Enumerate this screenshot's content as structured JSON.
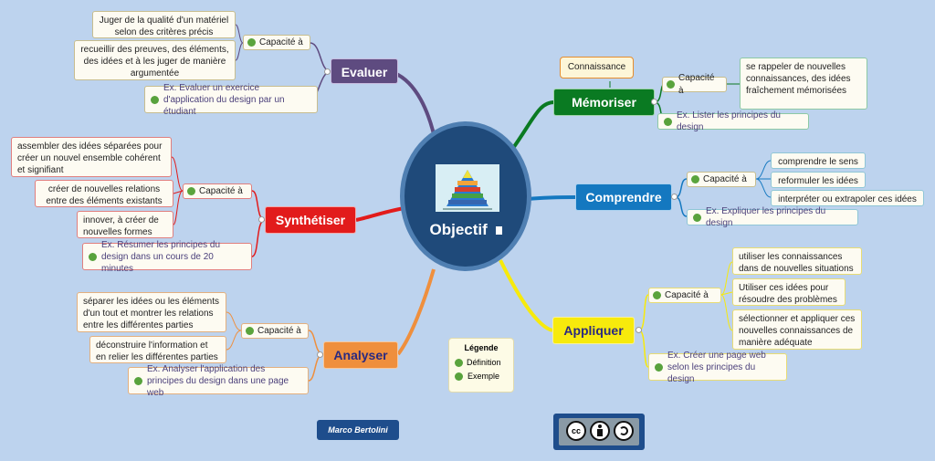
{
  "center": {
    "title": "Objectif"
  },
  "colors": {
    "evaluer": "#5e4b80",
    "memoriser": "#0a7a22",
    "comprendre": "#1478c0",
    "synthetiser": "#e21b1b",
    "appliquer": "#f7ea0c",
    "analyser": "#ef8f3d"
  },
  "evaluer": {
    "label": "Evaluer",
    "capacite": "Capacité à",
    "items": [
      "Juger de la qualité d'un matériel selon des critères précis",
      "recueillir des preuves, des éléments, des idées et à les juger de manière argumentée"
    ],
    "example": "Ex. Evaluer un exercice d'application du design par un étudiant"
  },
  "memoriser": {
    "label": "Mémoriser",
    "callout": "Connaissance",
    "capacite": "Capacité à",
    "items": [
      "se rappeler de nouvelles connaissances, des idées fraîchement mémorisées"
    ],
    "example": "Ex. Lister les principes du design"
  },
  "comprendre": {
    "label": "Comprendre",
    "capacite": "Capacité à",
    "items": [
      "comprendre le sens",
      "reformuler les idées",
      "interpréter ou extrapoler ces idées"
    ],
    "example": "Ex.  Expliquer les principes du design"
  },
  "synthetiser": {
    "label": "Synthétiser",
    "capacite": "Capacité à",
    "items": [
      "assembler des idées séparées pour créer un nouvel ensemble cohérent et signifiant",
      "créer de nouvelles relations entre des éléments existants",
      "innover, à créer de nouvelles formes"
    ],
    "example": "Ex. Résumer les principes du design dans un cours de 20 minutes"
  },
  "appliquer": {
    "label": "Appliquer",
    "capacite": "Capacité à",
    "items": [
      "utiliser les connaissances dans de nouvelles situations",
      "Utiliser ces idées pour résoudre des problèmes",
      "sélectionner et appliquer ces nouvelles connaissances de manière adéquate"
    ],
    "example": "Ex. Créer une page web selon les principes du design"
  },
  "analyser": {
    "label": "Analyser",
    "capacite": "Capacité à",
    "items": [
      "séparer les idées ou les éléments d'un tout et montrer les relations entre les différentes parties",
      "déconstruire l'information et en relier les différentes parties"
    ],
    "example": "Ex. Analyser l'application des principes du design dans une page web"
  },
  "legend": {
    "title": "Légende",
    "definition": "Définition",
    "example": "Exemple"
  },
  "credit": "Marco Bertolini",
  "license_icons": [
    "cc-icon",
    "by-icon",
    "sa-icon"
  ]
}
